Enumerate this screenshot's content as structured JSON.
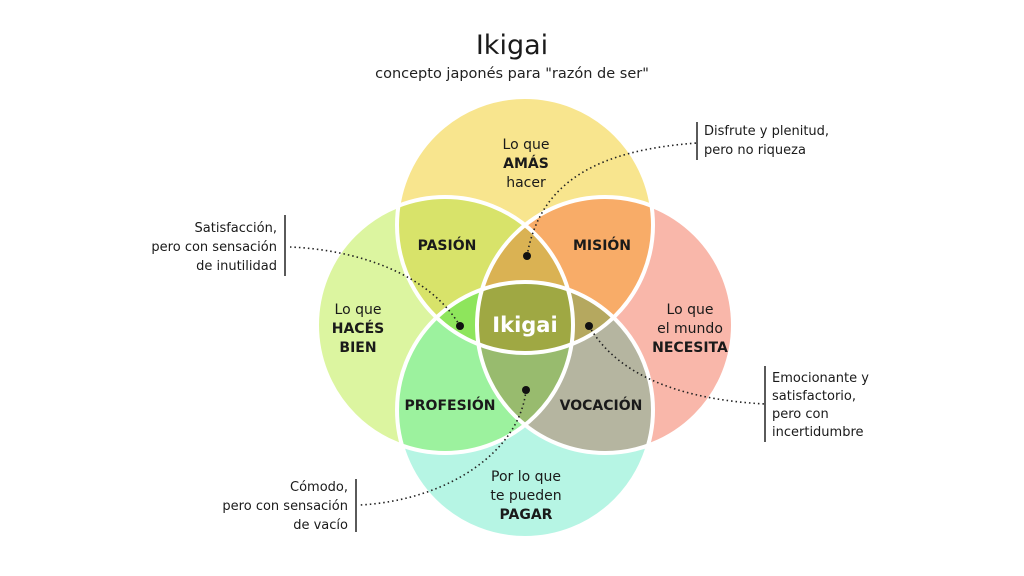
{
  "header": {
    "title": "Ikigai",
    "subtitle": "concepto japonés para \"razón de ser\""
  },
  "circles": {
    "top": {
      "line1": "Lo que",
      "line2": "AMÁS",
      "line3": "hacer",
      "color": "#f8e58e"
    },
    "left": {
      "line1": "Lo que",
      "line2": "HACÉS",
      "line3": "BIEN",
      "color": "#dcf5a0"
    },
    "right": {
      "line1": "Lo que",
      "line2": "el mundo",
      "line3": "NECESITA",
      "color": "#f9b7aa"
    },
    "bottom": {
      "line1": "Por lo que",
      "line2": "te pueden",
      "line3": "PAGAR",
      "color": "#b6f5e4"
    }
  },
  "zones": {
    "pasion": "PASIÓN",
    "mision": "MISIÓN",
    "profesion": "PROFESIÓN",
    "vocacion": "VOCACIÓN",
    "center": "Ikigai"
  },
  "colors": {
    "pasion": "#d8e36a",
    "mision": "#f8ac68",
    "profesion": "#9cf29e",
    "vocacion": "#b5b5a0",
    "top_triangle": "#dab253",
    "left_triangle": "#8ee55c",
    "right_triangle": "#b5a85f",
    "bottom_triangle": "#98bb6e",
    "center": "#9fa843",
    "outline": "#ffffff"
  },
  "notes": {
    "top_right": [
      "Disfrute y plenitud,",
      "pero no riqueza"
    ],
    "left": [
      "Satisfacción,",
      "pero con sensación",
      "de inutilidad"
    ],
    "right": [
      "Emocionante y",
      "satisfactorio,",
      "pero con",
      "incertidumbre"
    ],
    "bottom_left": [
      "Cómodo,",
      "pero con sensación",
      "de vacío"
    ]
  }
}
